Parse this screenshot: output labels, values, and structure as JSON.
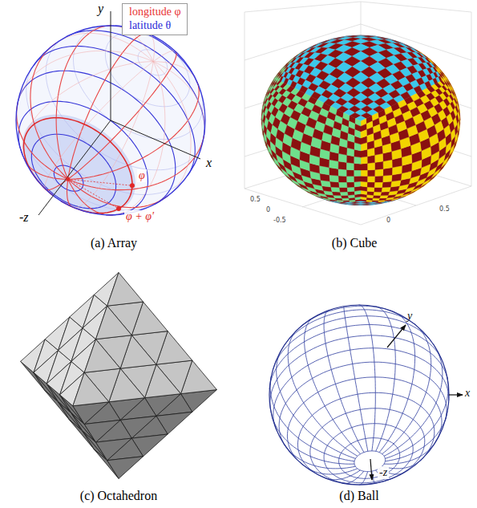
{
  "diagram": {
    "labels": [
      "(a) Array",
      "(b) Cube",
      "(c) Octahedron",
      "(d) Ball",
      "y",
      "x",
      "-z",
      "φ",
      "φ + φ'",
      "0.5",
      "0",
      "-0.5",
      "0",
      "0.5",
      "y",
      "x",
      "-z"
    ],
    "legend": [
      {
        "text": "longitude φ",
        "color": "#e83333"
      },
      {
        "text": "latitude θ",
        "color": "#2a2ad8"
      }
    ]
  }
}
